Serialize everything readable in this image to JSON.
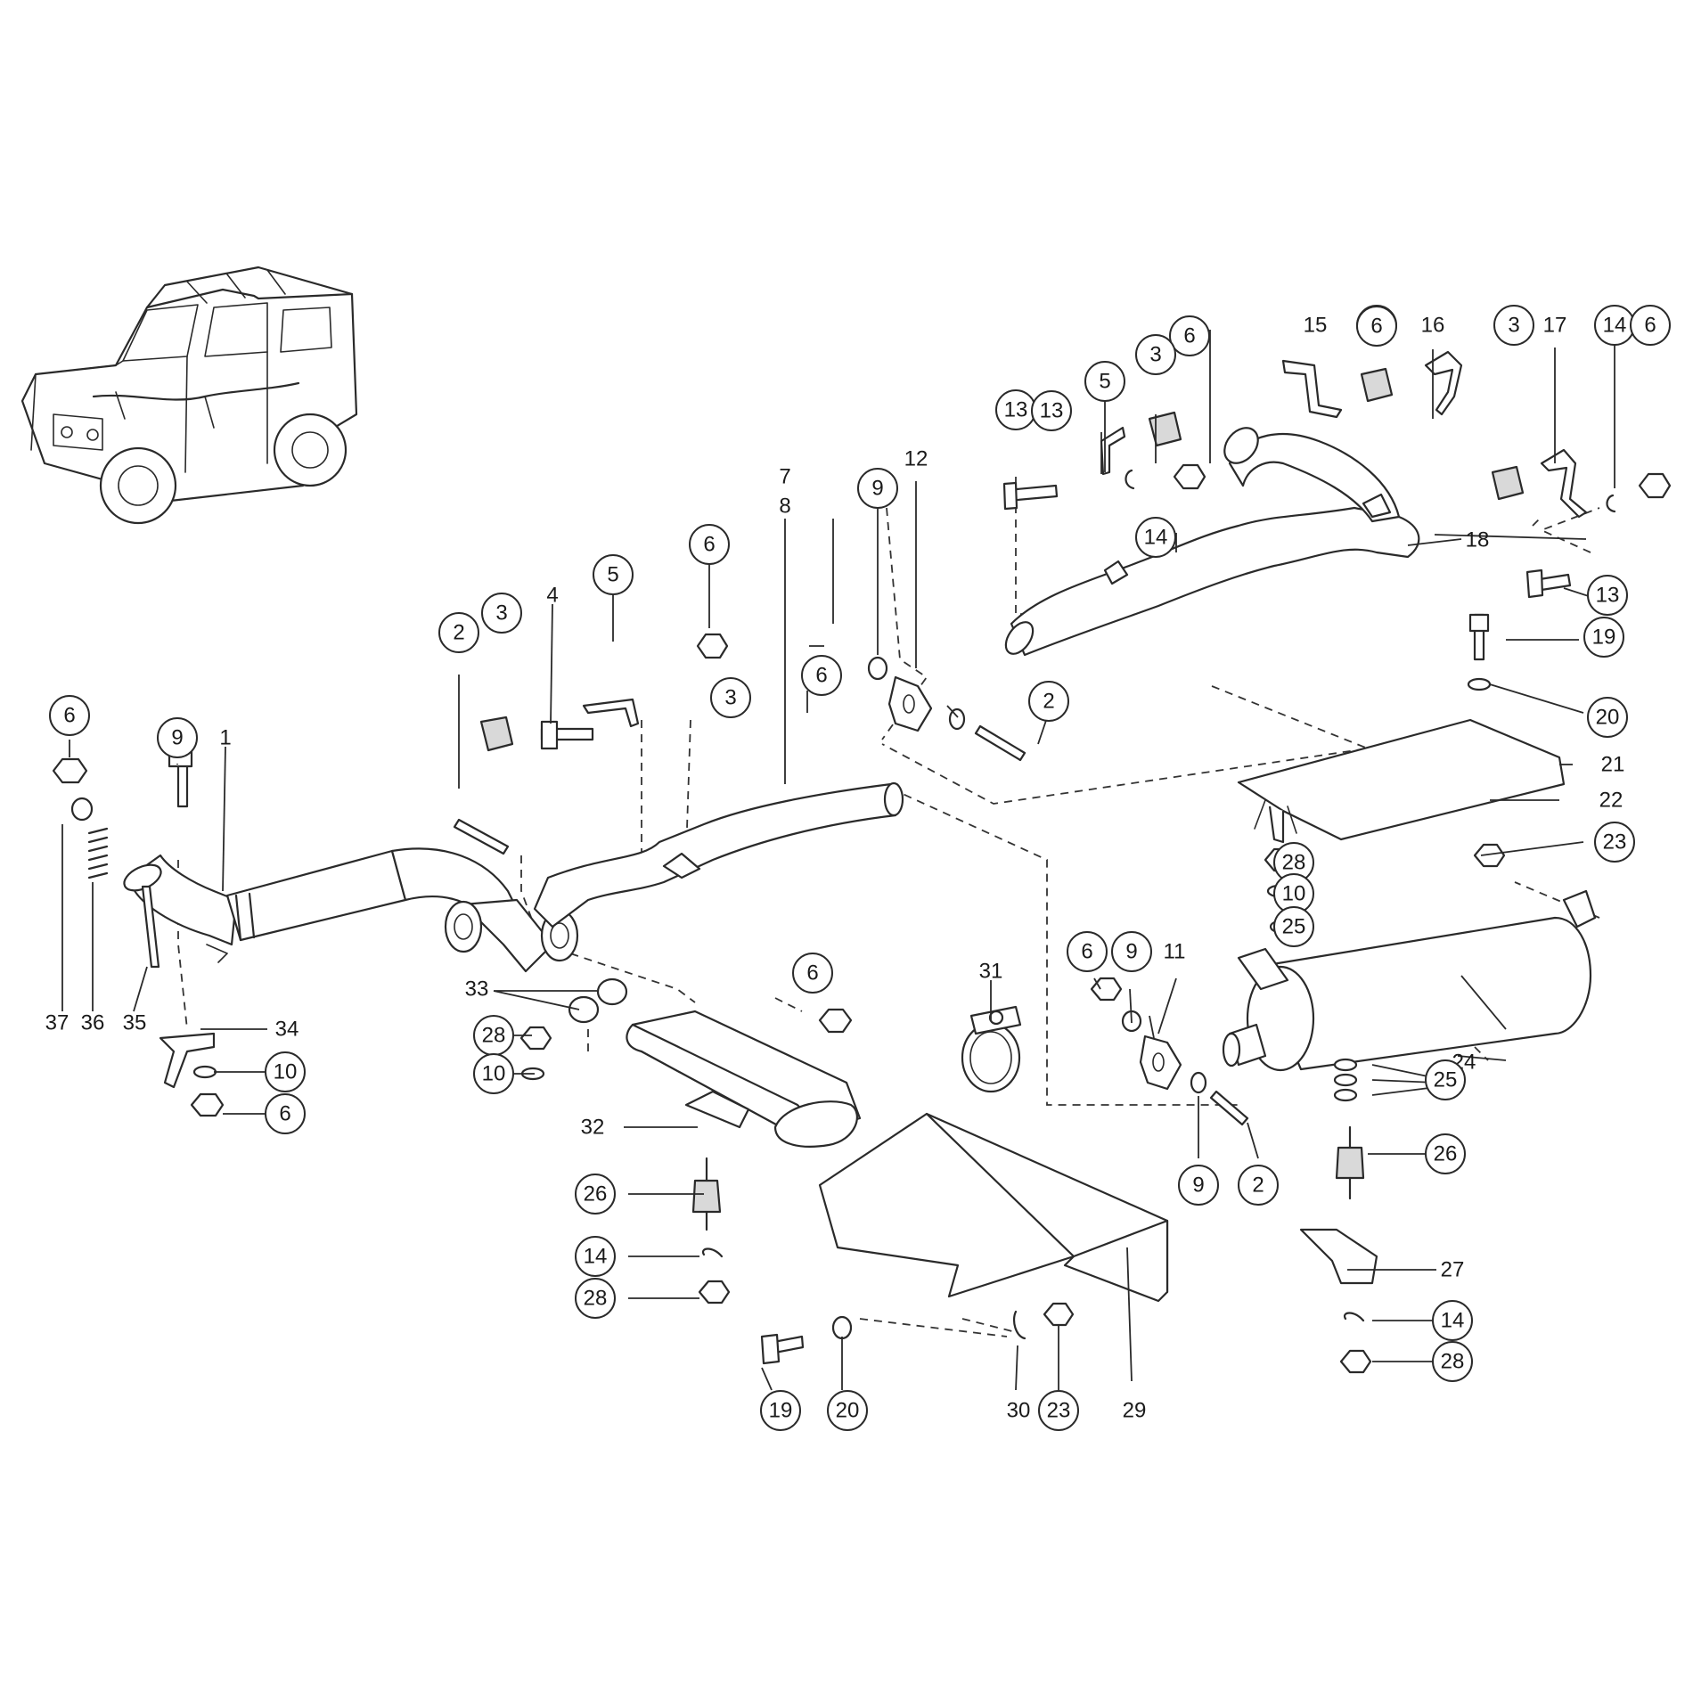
{
  "callouts": [
    {
      "n": "1",
      "circled": false
    },
    {
      "n": "2",
      "circled": true
    },
    {
      "n": "3",
      "circled": true
    },
    {
      "n": "4",
      "circled": false
    },
    {
      "n": "5",
      "circled": true
    },
    {
      "n": "6",
      "circled": true
    },
    {
      "n": "7",
      "circled": false
    },
    {
      "n": "8",
      "circled": false
    },
    {
      "n": "9",
      "circled": true
    },
    {
      "n": "12",
      "circled": false
    },
    {
      "n": "13",
      "circled": true
    },
    {
      "n": "14",
      "circled": true
    },
    {
      "n": "6",
      "circled": true
    },
    {
      "n": "5",
      "circled": true
    },
    {
      "n": "3",
      "circled": true
    },
    {
      "n": "18",
      "circled": false
    },
    {
      "n": "15",
      "circled": false
    },
    {
      "n": "3",
      "circled": true
    },
    {
      "n": "16",
      "circled": false
    },
    {
      "n": "3",
      "circled": true
    },
    {
      "n": "17",
      "circled": false
    },
    {
      "n": "14",
      "circled": true
    },
    {
      "n": "6",
      "circled": true
    },
    {
      "n": "13",
      "circled": true
    },
    {
      "n": "19",
      "circled": true
    },
    {
      "n": "20",
      "circled": true
    },
    {
      "n": "21",
      "circled": false
    },
    {
      "n": "22",
      "circled": false
    },
    {
      "n": "23",
      "circled": true
    },
    {
      "n": "28",
      "circled": true
    },
    {
      "n": "10",
      "circled": true
    },
    {
      "n": "25",
      "circled": true
    },
    {
      "n": "6",
      "circled": true
    },
    {
      "n": "9",
      "circled": true
    },
    {
      "n": "11",
      "circled": false
    },
    {
      "n": "24",
      "circled": false
    },
    {
      "n": "25",
      "circled": true
    },
    {
      "n": "26",
      "circled": true
    },
    {
      "n": "9",
      "circled": true
    },
    {
      "n": "2",
      "circled": true
    },
    {
      "n": "27",
      "circled": false
    },
    {
      "n": "14",
      "circled": true
    },
    {
      "n": "28",
      "circled": true
    },
    {
      "n": "6",
      "circled": true
    },
    {
      "n": "13",
      "circled": true
    },
    {
      "n": "37",
      "circled": false
    },
    {
      "n": "36",
      "circled": false
    },
    {
      "n": "35",
      "circled": false
    },
    {
      "n": "34",
      "circled": false
    },
    {
      "n": "10",
      "circled": true
    },
    {
      "n": "6",
      "circled": true
    },
    {
      "n": "33",
      "circled": false
    },
    {
      "n": "28",
      "circled": true
    },
    {
      "n": "10",
      "circled": true
    },
    {
      "n": "6",
      "circled": true
    },
    {
      "n": "32",
      "circled": false
    },
    {
      "n": "26",
      "circled": true
    },
    {
      "n": "14",
      "circled": true
    },
    {
      "n": "28",
      "circled": true
    },
    {
      "n": "31",
      "circled": false
    },
    {
      "n": "19",
      "circled": true
    },
    {
      "n": "20",
      "circled": true
    },
    {
      "n": "30",
      "circled": false
    },
    {
      "n": "23",
      "circled": true
    },
    {
      "n": "29",
      "circled": false
    },
    {
      "n": "6",
      "circled": true
    },
    {
      "n": "9",
      "circled": true
    },
    {
      "n": "2",
      "circled": true
    },
    {
      "n": "6",
      "circled": true
    },
    {
      "n": "3",
      "circled": true
    }
  ]
}
